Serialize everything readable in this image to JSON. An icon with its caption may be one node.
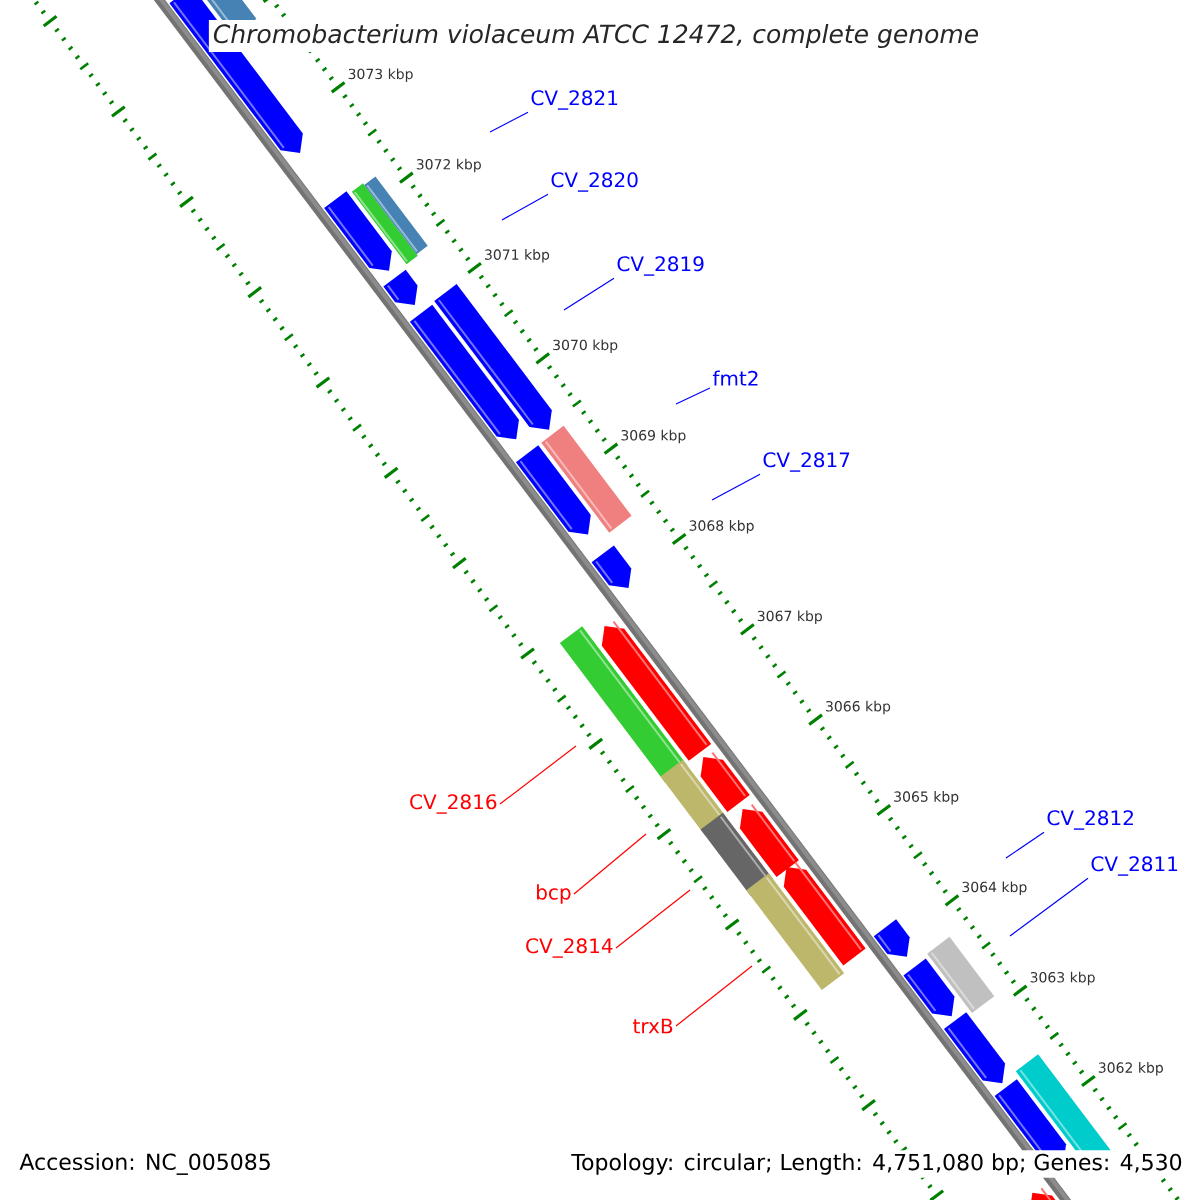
{
  "diagram": {
    "title": "Chromobacterium violaceum ATCC 12472, complete genome",
    "nodes": [
      {
        "text": [
          "CV_2821"
        ]
      },
      {
        "text": [
          "CV_2820"
        ]
      },
      {
        "text": [
          "CV_2819"
        ]
      },
      {
        "text": [
          "fmt2"
        ]
      },
      {
        "text": [
          "CV_2817"
        ]
      },
      {
        "text": [
          "CV_2816"
        ]
      },
      {
        "text": [
          "CV_2812"
        ]
      },
      {
        "text": [
          "CV_2811"
        ]
      },
      {
        "text": [
          "bcp"
        ]
      },
      {
        "text": [
          "CV_2814"
        ]
      },
      {
        "text": [
          "trxB"
        ]
      }
    ],
    "edges": [
      {
        "from": 0,
        "to": null,
        "arrow": "none"
      },
      {
        "from": 1,
        "to": null,
        "arrow": "none"
      },
      {
        "from": 2,
        "to": null,
        "arrow": "none"
      },
      {
        "from": 3,
        "to": null,
        "arrow": "none"
      },
      {
        "from": 4,
        "to": null,
        "arrow": "none"
      },
      {
        "from": 5,
        "to": null,
        "arrow": "none",
        "color": "#ff0000"
      },
      {
        "from": 6,
        "to": null,
        "arrow": "none"
      },
      {
        "from": 7,
        "to": null,
        "arrow": "none"
      },
      {
        "from": 8,
        "to": null,
        "arrow": "none",
        "color": "#ff0000"
      },
      {
        "from": 9,
        "to": null,
        "arrow": "none",
        "color": "#ff0000"
      },
      {
        "from": 10,
        "to": null,
        "arrow": "none",
        "color": "#ff0000"
      }
    ],
    "labels": [
      "3073 kbp",
      "3072 kbp",
      "3071 kbp",
      "3070 kbp",
      "3069 kbp",
      "3068 kbp",
      "3067 kbp",
      "3066 kbp",
      "3065 kbp",
      "3064 kbp",
      "3063 kbp",
      "3062 kbp",
      "Accession: NC_005085",
      "Topology: circular; Length: 4,751,080 bp; Genes: 4,530"
    ]
  }
}
